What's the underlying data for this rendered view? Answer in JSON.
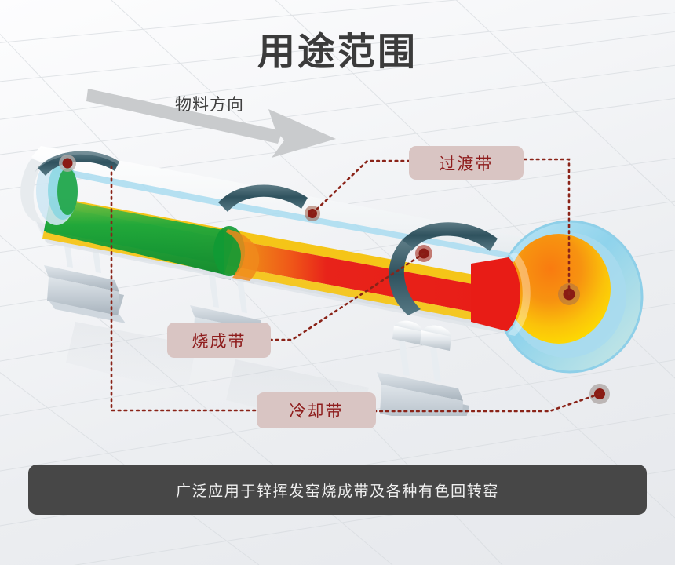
{
  "page": {
    "title": "用途范围"
  },
  "flow": {
    "label": "物料方向",
    "arrow_icon": "arrow-right-icon"
  },
  "zones": [
    {
      "key": "transition",
      "label": "过渡带",
      "marker_color": "#8a1b14",
      "zone_color": "#f08a1c"
    },
    {
      "key": "burning",
      "label": "烧成带",
      "marker_color": "#8a1b14",
      "zone_color": "#e81c16"
    },
    {
      "key": "cooling",
      "label": "冷却带",
      "marker_color": "#8a1b14",
      "zone_color": "#1aa332"
    }
  ],
  "caption": {
    "text": "广泛应用于锌挥发窑烧成带及各种有色回转窑"
  },
  "colors": {
    "title_text": "#3b3b3b",
    "label_background": "#d9c5c3",
    "label_text": "#8e1c1c",
    "caption_background": "#474747",
    "caption_text": "#f0f0f0",
    "leader_line": "#8a2318",
    "shell_light": "#eef0f2",
    "shell_mid": "#c9cfd4",
    "tire_ring": "#3d5c66",
    "inner_ring_blue": "#9ed8ee",
    "lining_yellow": "#f5c518",
    "green_zone": "#1aa332",
    "orange_zone": "#f08a1c",
    "red_zone": "#e81c16",
    "yellow_core": "#fbd200",
    "support_base": "#b9c3cb"
  }
}
